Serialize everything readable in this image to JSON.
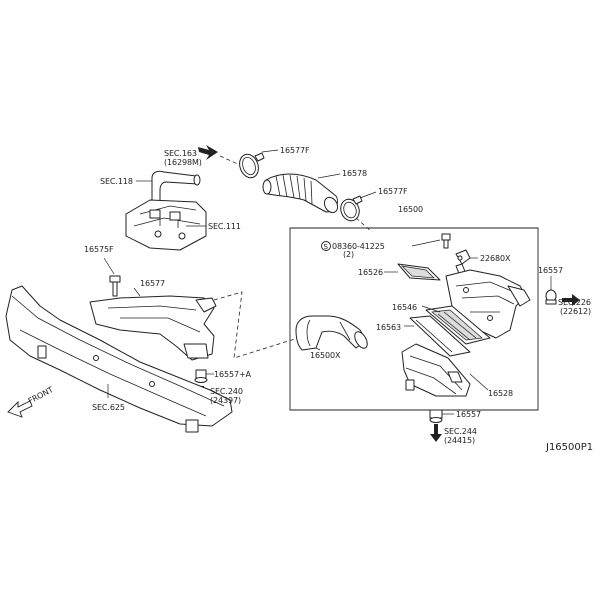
{
  "diagram": {
    "callouts": {
      "sec163": "SEC.163",
      "sec163_sub": "(16298M)",
      "p16577f_a": "16577F",
      "p16578": "16578",
      "sec118": "SEC.118",
      "p16577f_b": "16577F",
      "p16500": "16500",
      "sec111": "SEC.111",
      "bolt_spec": "08360-41225",
      "bolt_qty": "(2)",
      "p22680x": "22680X",
      "p16575f": "16575F",
      "p16557_a": "16557",
      "p16526": "16526",
      "p16577": "16577",
      "sec226": "SEC.226",
      "sec226_sub": "(22612)",
      "p16546": "16546",
      "p16563": "16563",
      "p16500x": "16500X",
      "p16557a": "16557+A",
      "sec240": "SEC.240",
      "sec240_sub": "(24397)",
      "p16528": "16528",
      "front": "FRONT",
      "sec625": "SEC.625",
      "p16557_b": "16557",
      "sec244": "SEC.244",
      "sec244_sub": "(24415)"
    },
    "drawing_code": "J16500P1"
  }
}
